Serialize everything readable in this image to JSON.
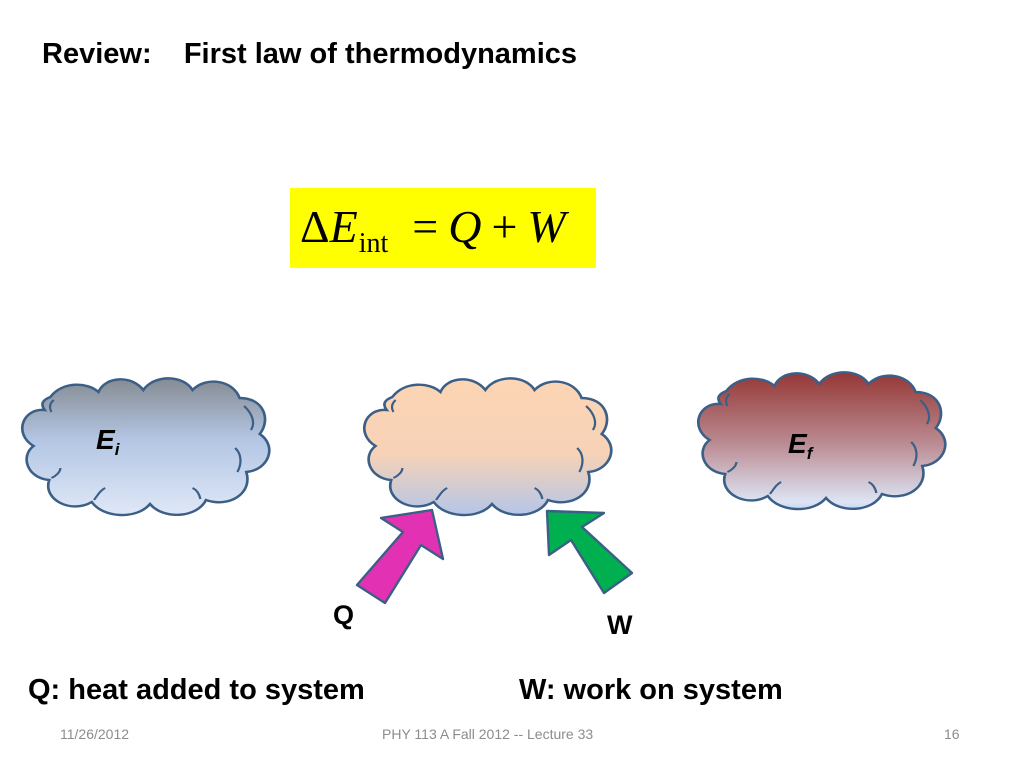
{
  "slide": {
    "title": "Review:    First law of thermodynamics",
    "equation": {
      "delta": "Δ",
      "symbol": "E",
      "subscript": "int",
      "equals": "=",
      "q": "Q",
      "plus": "+",
      "w": "W"
    },
    "clouds": {
      "initial": {
        "letter": "E",
        "subscript": "i"
      },
      "final": {
        "letter": "E",
        "subscript": "f"
      }
    },
    "arrows": {
      "heat_label": "Q",
      "work_label": "W"
    },
    "legend": {
      "heat": "Q: heat added to system",
      "work": "W: work on system"
    },
    "footer": {
      "date": "11/26/2012",
      "course": "PHY 113 A  Fall 2012 -- Lecture 33",
      "page": "16"
    },
    "colors": {
      "highlight": "#ffff00",
      "heat_arrow": "#e331b4",
      "work_arrow": "#00b050",
      "outline": "#3b5f87"
    }
  }
}
